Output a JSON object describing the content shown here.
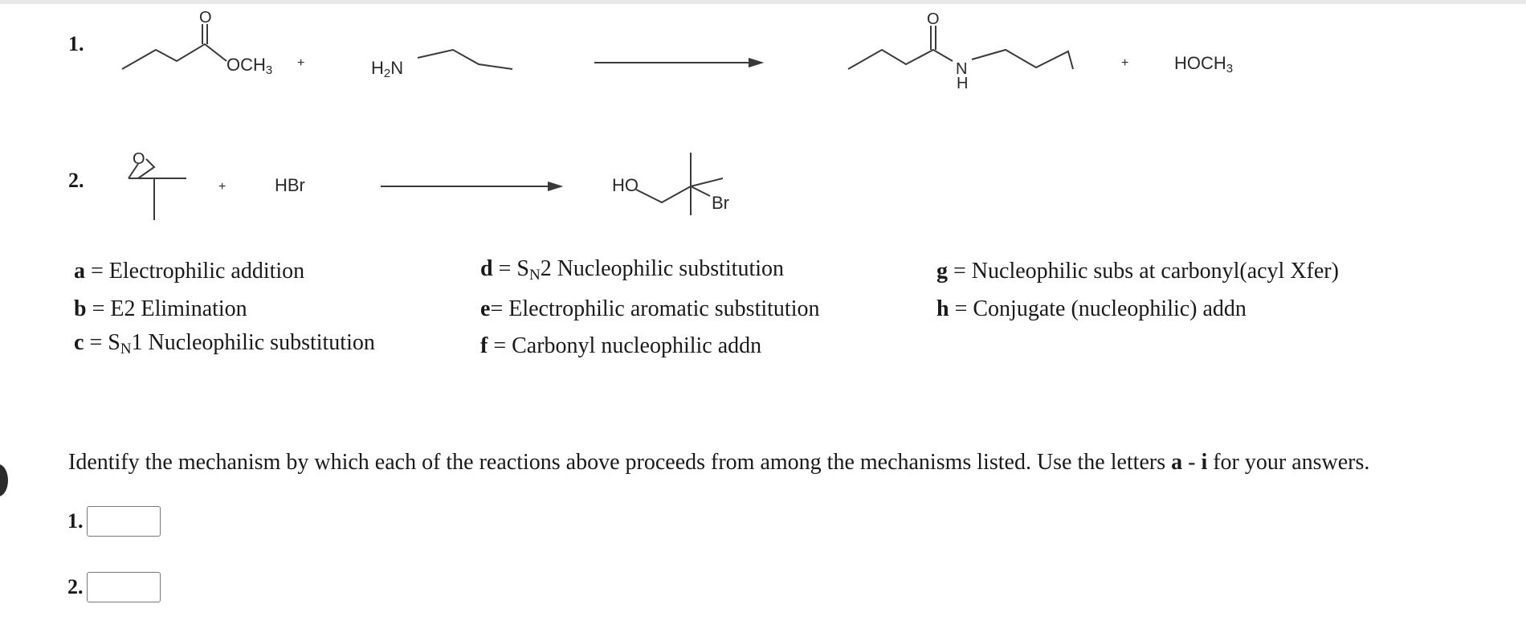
{
  "question1": {
    "number": "1.",
    "reactant1_group": "OCH3",
    "reactant1_oxygen": "O",
    "plus1": "+",
    "reactant2_group": "H2N",
    "product_oxygen": "O",
    "product_nitrogen": "N",
    "product_hydrogen": "H",
    "plus2": "+",
    "byproduct": "HOCH3"
  },
  "question2": {
    "number": "2.",
    "epoxide_oxygen": "O",
    "plus": "+",
    "reagent": "HBr",
    "product_oh": "HO",
    "product_br": "Br"
  },
  "mechanisms": [
    {
      "letter": "a",
      "text": " = Electrophilic addition"
    },
    {
      "letter": "b",
      "text": " = E2 Elimination"
    },
    {
      "letter": "c",
      "text_pre": " = S",
      "sub": "N",
      "text_post": "1 Nucleophilic substitution"
    },
    {
      "letter": "d",
      "text_pre": " = S",
      "sub": "N",
      "text_post": "2 Nucleophilic substitution"
    },
    {
      "letter": "e",
      "text": "= Electrophilic aromatic substitution"
    },
    {
      "letter": "f",
      "text": " = Carbonyl nucleophilic addn"
    },
    {
      "letter": "g",
      "text": " = Nucleophilic subs at carbonyl(acyl Xfer)"
    },
    {
      "letter": "h",
      "text": " = Conjugate (nucleophilic) addn"
    }
  ],
  "instructions": {
    "pre": "Identify the mechanism by which each of the reactions above proceeds from among the mechanisms listed. Use the letters ",
    "range_start": "a",
    "range_sep": " - ",
    "range_end": "i",
    "post": " for your answers."
  },
  "answers": [
    {
      "label": "1.",
      "value": ""
    },
    {
      "label": "2.",
      "value": ""
    }
  ]
}
